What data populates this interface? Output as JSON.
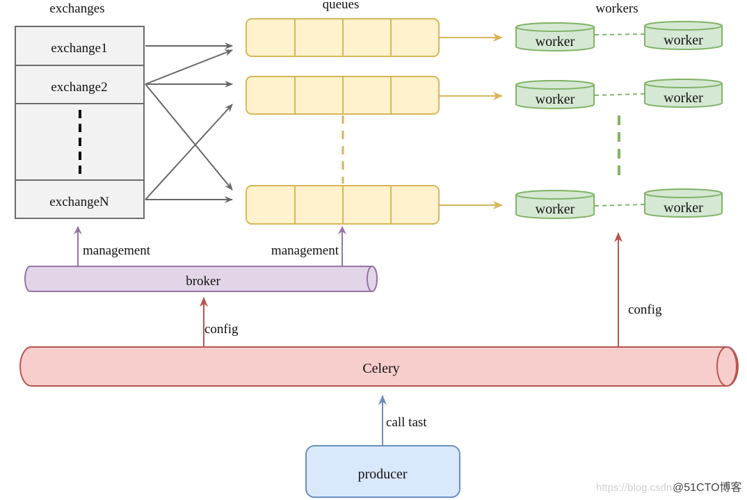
{
  "titles": {
    "exchanges": "exchanges",
    "queues": "queues",
    "workers": "workers"
  },
  "exchanges": {
    "items": [
      "exchange1",
      "exchange2",
      "exchangeN"
    ],
    "ellipsis": "more exchanges (dashed)"
  },
  "queues": {
    "count_shown": 3,
    "slots_per_queue": 4
  },
  "workers": {
    "label": "worker",
    "rows": [
      [
        "worker",
        "worker"
      ],
      [
        "worker",
        "worker"
      ],
      [
        "worker",
        "worker"
      ]
    ]
  },
  "broker": {
    "label": "broker"
  },
  "celery": {
    "label": "Celery"
  },
  "producer": {
    "label": "producer"
  },
  "edges": {
    "management_left": "management",
    "management_right": "management",
    "config_broker": "config",
    "config_workers": "config",
    "call_task": "call tast"
  },
  "routing": [
    {
      "from": "exchange1",
      "to": "queue1"
    },
    {
      "from": "exchange2",
      "to": "queue1"
    },
    {
      "from": "exchange2",
      "to": "queue2"
    },
    {
      "from": "exchange2",
      "to": "queueN"
    },
    {
      "from": "exchangeN",
      "to": "queue2"
    },
    {
      "from": "exchangeN",
      "to": "queueN"
    }
  ],
  "colors": {
    "exchange_fill": "#f2f2f2",
    "exchange_stroke": "#6b6b6b",
    "queue_fill": "#fff2cc",
    "queue_stroke": "#d6b656",
    "worker_fill": "#d5e8d4",
    "worker_stroke": "#82b366",
    "broker_fill": "#e1d5e7",
    "broker_stroke": "#9673a6",
    "celery_fill": "#f8cecc",
    "celery_stroke": "#b85450",
    "producer_fill": "#dae8fc",
    "producer_stroke": "#6c8ebf",
    "arrow_gray": "#666666"
  },
  "watermark": {
    "url": "https://blog.csdn",
    "brand": "@51CTO博客"
  }
}
